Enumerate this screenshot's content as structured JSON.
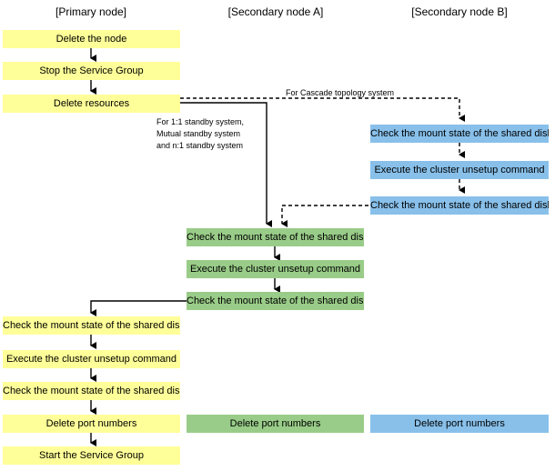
{
  "columns": {
    "primary": "[Primary node]",
    "secondary_a": "[Secondary node A]",
    "secondary_b": "[Secondary node B]"
  },
  "primary_steps": {
    "delete_node": "Delete the node",
    "stop_service_group": "Stop the Service Group",
    "delete_resources": "Delete resources",
    "check_mount_1": "Check the mount state of the shared disks",
    "execute_unsetup": "Execute the cluster unsetup command",
    "check_mount_2": "Check the mount state of the shared disks",
    "delete_port_numbers": "Delete port numbers",
    "start_service_group": "Start the Service Group"
  },
  "secondary_a_steps": {
    "check_mount_1": "Check the mount state of the shared disks",
    "execute_unsetup": "Execute the cluster unsetup command",
    "check_mount_2": "Check the mount state of the shared disks",
    "delete_port_numbers": "Delete port numbers"
  },
  "secondary_b_steps": {
    "check_mount_1": "Check the mount state of the shared disks",
    "execute_unsetup": "Execute the cluster unsetup command",
    "check_mount_2": "Check the mount state of the shared disks",
    "delete_port_numbers": "Delete port numbers"
  },
  "notes": {
    "cascade": "For Cascade topology system",
    "standby_line1": "For 1:1 standby system,",
    "standby_line2": "Mutual standby system",
    "standby_line3": "and n:1 standby system"
  },
  "colors": {
    "primary_box": "#ffff99",
    "secondary_a_box": "#99cc88",
    "secondary_b_box": "#88c0ea"
  }
}
